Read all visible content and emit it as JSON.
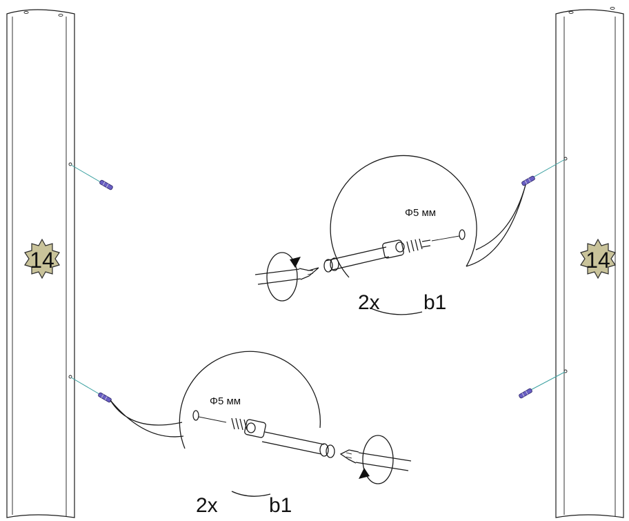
{
  "panel_number": "14",
  "diameter_label": "Φ5 мм",
  "quantity_label": "2x",
  "part_code": "b1",
  "colors": {
    "badge_fill": "#c9c39a",
    "guide_line": "#3aa0a0",
    "dowel": "#6a5fc4",
    "line": "#1a1a1a"
  },
  "icons": [
    "screwdriver-icon",
    "rotate-arrow-icon",
    "cam-bolt-icon",
    "dowel-pin-icon"
  ]
}
